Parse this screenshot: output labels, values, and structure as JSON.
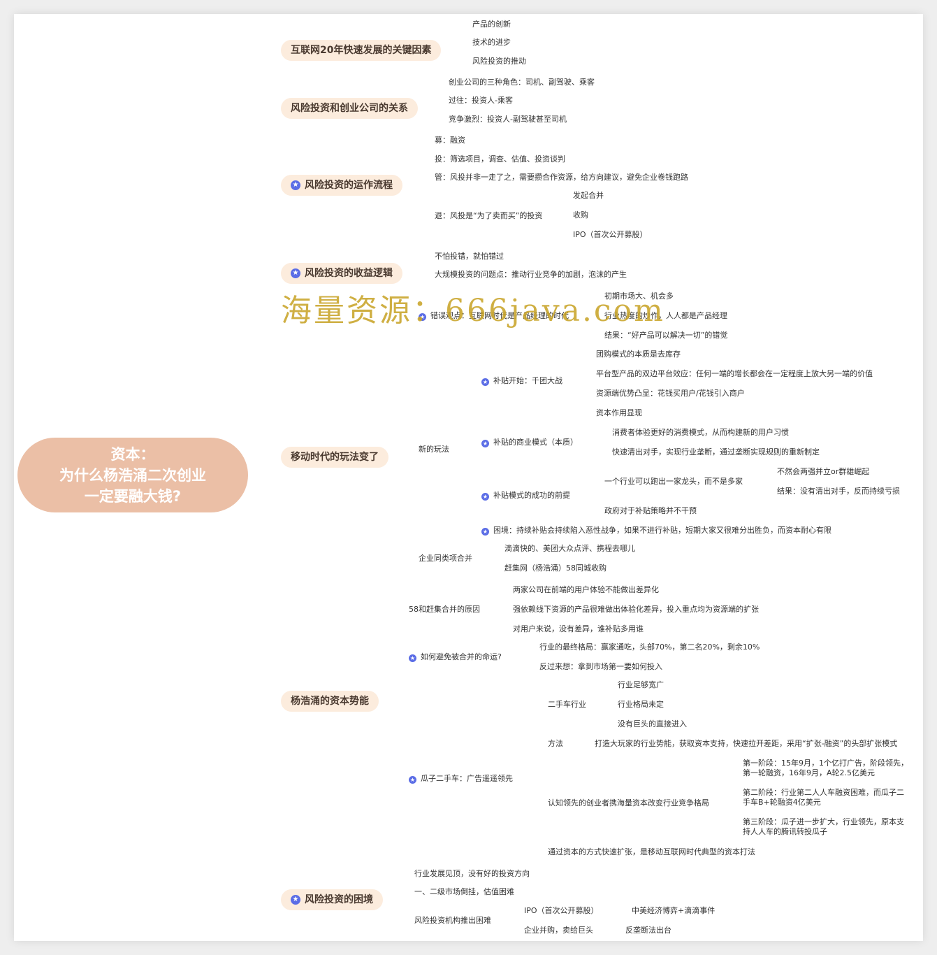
{
  "root": {
    "line1": "资本：",
    "line2": "为什么杨浩涌二次创业",
    "line3": "一定要融大钱?"
  },
  "watermark": "海量资源：666java.com",
  "colors": {
    "root": "#ebbfa6",
    "branch_bg": "#fcecdd",
    "link": "#efc7ae",
    "star": "#5b6de6"
  },
  "b1": {
    "title": "互联网20年快速发展的关键因素",
    "l1": "产品的创新",
    "l2": "技术的进步",
    "l3": "风险投资的推动"
  },
  "b2": {
    "title": "风险投资和创业公司的关系",
    "l1": "创业公司的三种角色：司机、副驾驶、乘客",
    "l2": "过往：投资人-乘客",
    "l3": "竞争激烈：投资人-副驾驶甚至司机"
  },
  "b3": {
    "title": "风险投资的运作流程",
    "l1": "募：融资",
    "l2": "投：筛选项目，调查、估值、投资谈判",
    "l3": "管：风投并非一走了之，需要攒合作资源，给方向建议，避免企业卷钱跑路",
    "l4": "退：风投是“为了卖而买”的投资",
    "l4a": "发起合并",
    "l4b": "收购",
    "l4c": "IPO（首次公开募股）"
  },
  "b4": {
    "title": "风险投资的收益逻辑",
    "l1": "不怕投错，就怕错过",
    "l2": "大规模投资的问题点：推动行业竞争的加剧，泡沫的产生"
  },
  "b5": {
    "title": "移动时代的玩法变了",
    "err": "错误观点：互联网时代是产品经理的时代",
    "err1": "初期市场大、机会多",
    "err2": "行业热度的炒作，人人都是产品经理",
    "err3": "结果：“好产品可以解决一切”的错觉",
    "new": "新的玩法",
    "s1": "补贴开始：千团大战",
    "s1a": "团购模式的本质是去库存",
    "s1b": "平台型产品的双边平台效应：任何一端的增长都会在一定程度上放大另一端的价值",
    "s1c": "资源端优势凸显：花钱买用户/花钱引入商户",
    "s1d": "资本作用显现",
    "s2": "补贴的商业模式（本质）",
    "s2a": "消费者体验更好的消费模式，从而构建新的用户习惯",
    "s2b": "快速清出对手，实现行业垄断，通过垄断实现规则的重新制定",
    "s3": "补贴模式的成功的前提",
    "s3a": "一个行业可以跑出一家龙头，而不是多家",
    "s3a1": "不然会两强并立or群雄崛起",
    "s3a2": "结果：没有清出对手，反而持续亏损",
    "s3b": "政府对于补贴策略并不干预",
    "s4": "困境：持续补贴会持续陷入恶性战争，如果不进行补贴，短期大家又很难分出胜负，而资本耐心有限",
    "merge": "企业同类项合并",
    "m1": "滴滴快的、美团大众点评、携程去哪儿",
    "m2": "赶集网（杨浩涌）58同城收购"
  },
  "b6": {
    "title": "杨浩涌的资本势能",
    "r": "58和赶集合并的原因",
    "r1": "两家公司在前端的用户体验不能做出差异化",
    "r2": "强依赖线下资源的产品很难做出体验化差异，投入重点均为资源端的扩张",
    "r3": "对用户来说，没有差异，谁补贴多用谁",
    "q": "如何避免被合并的命运?",
    "q1": "行业的最终格局：赢家通吃，头部70%，第二名20%，剩余10%",
    "q2": "反过来想：拿到市场第一要如何投入",
    "g": "瓜子二手车：广告遥遥领先",
    "g1": "二手车行业",
    "g1a": "行业足够宽广",
    "g1b": "行业格局未定",
    "g1c": "没有巨头的直接进入",
    "g2": "方法",
    "g2a": "打造大玩家的行业势能，获取资本支持，快速拉开差距，采用“扩张-融资”的头部扩张模式",
    "g3": "认知领先的创业者携海量资本改变行业竞争格局",
    "g3a": "第一阶段：15年9月，1个亿打广告，阶段领先，第一轮融资，16年9月，A轮2.5亿美元",
    "g3b": "第二阶段：行业第二人人车融资困难，而瓜子二手车B+轮融资4亿美元",
    "g3c": "第三阶段：瓜子进一步扩大，行业领先，原本支持人人车的腾讯转投瓜子",
    "g4": "通过资本的方式快速扩张，是移动互联网时代典型的资本打法"
  },
  "b7": {
    "title": "风险投资的困境",
    "l1": "行业发展见顶，没有好的投资方向",
    "l2": "一、二级市场倒挂，估值困难",
    "l3": "风险投资机构推出困难",
    "l3a": "IPO（首次公开募股）",
    "l3a1": "中美经济博弈+滴滴事件",
    "l3b": "企业并购，卖给巨头",
    "l3b1": "反垄断法出台"
  }
}
